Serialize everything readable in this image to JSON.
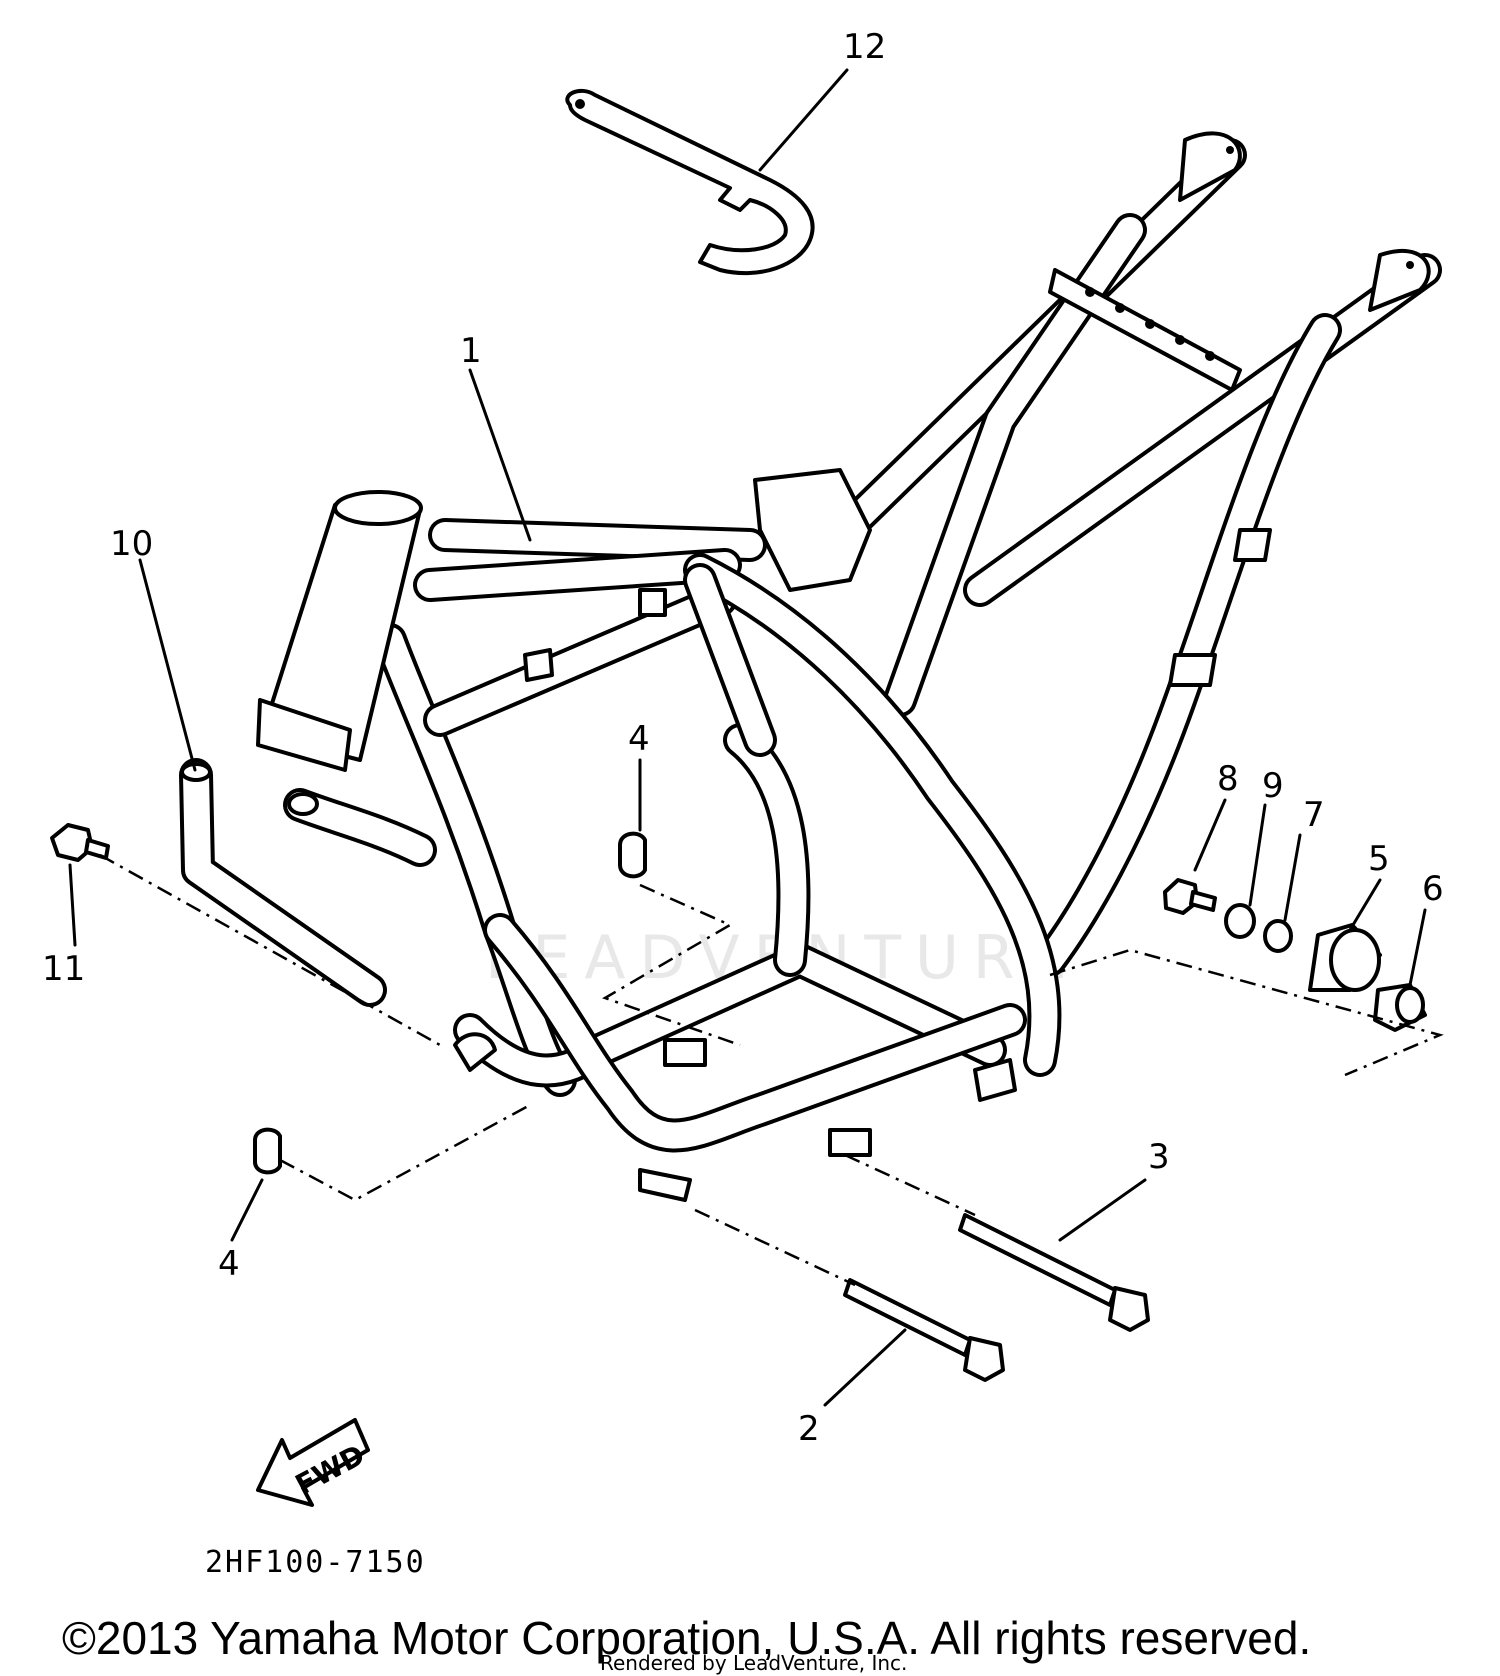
{
  "labels": {
    "p1": "1",
    "p2": "2",
    "p3": "3",
    "p4a": "4",
    "p4b": "4",
    "p5": "5",
    "p6": "6",
    "p7": "7",
    "p8": "8",
    "p9": "9",
    "p10": "10",
    "p11": "11",
    "p12": "12"
  },
  "fwd_label": "FWD",
  "diagram_code": "2HF100-7150",
  "copyright": "©2013 Yamaha Motor Corporation, U.S.A. All rights reserved.",
  "rendered_by": "Rendered by LeadVenture, Inc.",
  "watermark": "LEADVENTURE"
}
